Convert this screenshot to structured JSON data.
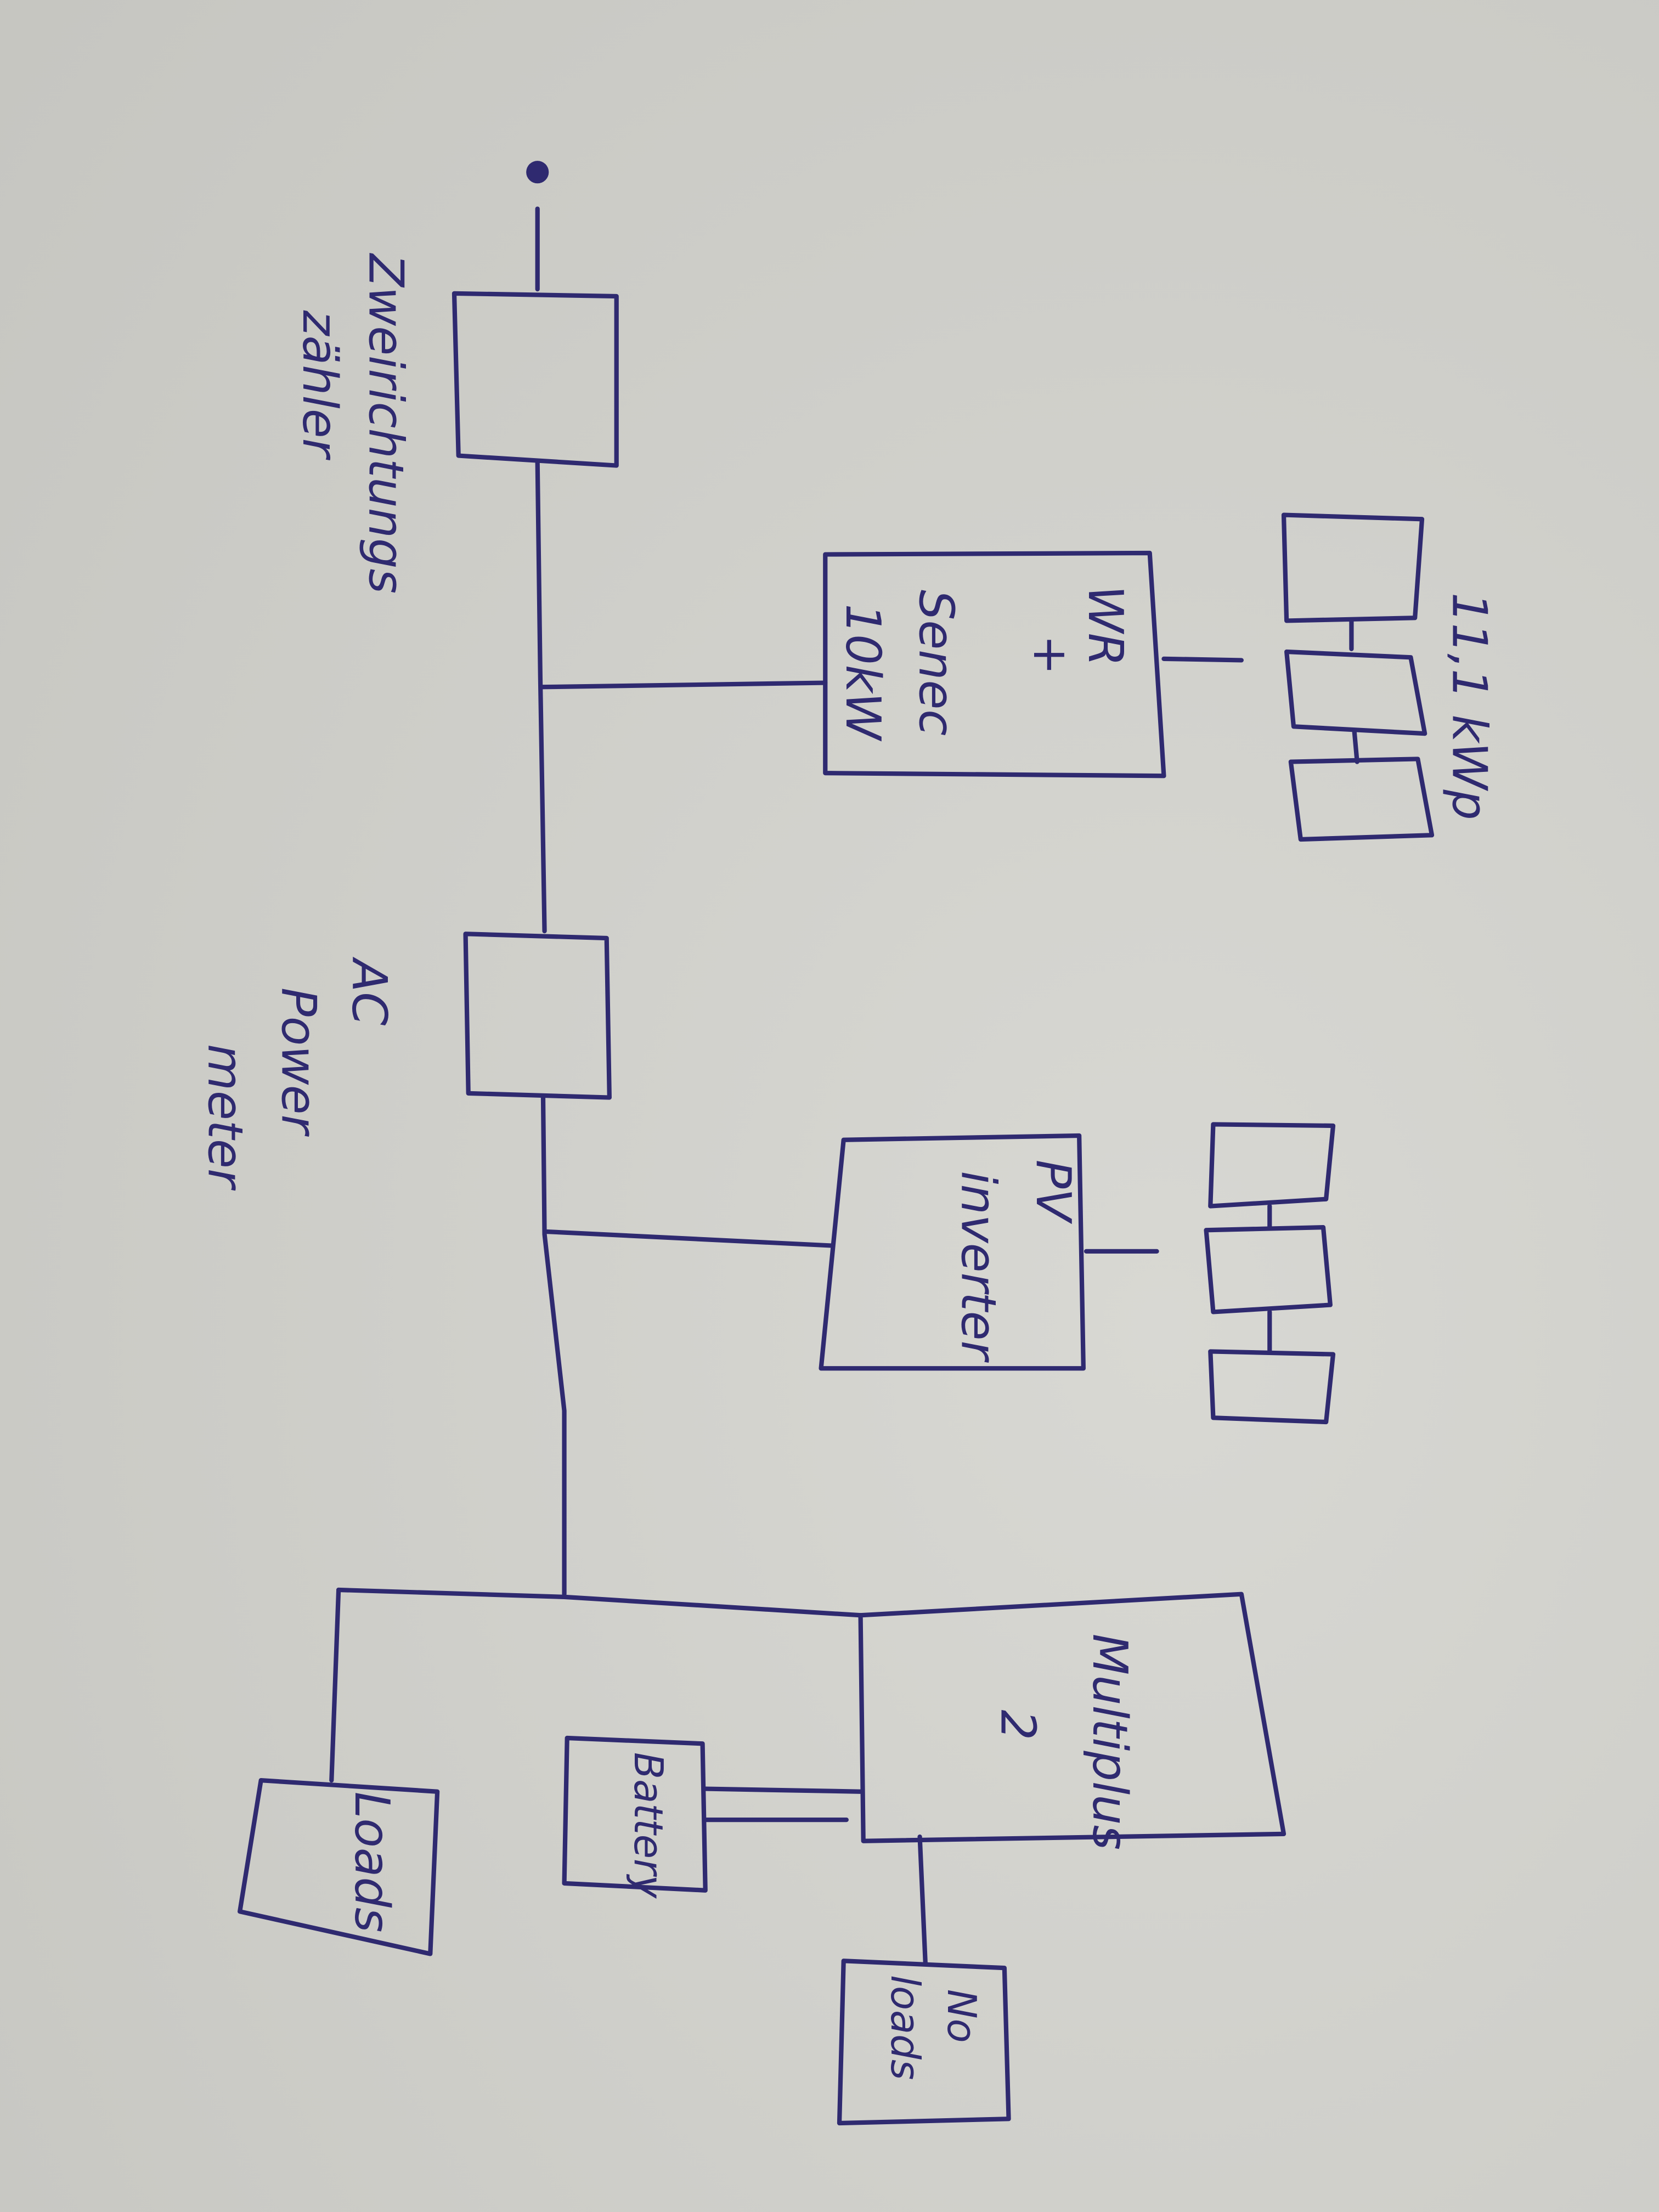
{
  "diagram": {
    "ink_color": "#2f2a70",
    "paper_color": "#d3d3ce",
    "grid_meter": {
      "label_line1": "Zweirichtungs",
      "label_line2": "zähler"
    },
    "pv_array_1": {
      "label": "11,1 kWp"
    },
    "senec": {
      "line1": "WR",
      "line2": "+",
      "line3": "Senec",
      "line4": "10kW"
    },
    "ac_meter": {
      "line1": "AC",
      "line2": "Power",
      "line3": "meter"
    },
    "pv_inverter": {
      "line1": "PV",
      "line2": "inverter"
    },
    "multiplus": {
      "line1": "Multiplus",
      "line2": "2"
    },
    "battery": {
      "label": "Battery"
    },
    "loads": {
      "label": "Loads"
    },
    "no_loads": {
      "line1": "No",
      "line2": "loads"
    }
  }
}
